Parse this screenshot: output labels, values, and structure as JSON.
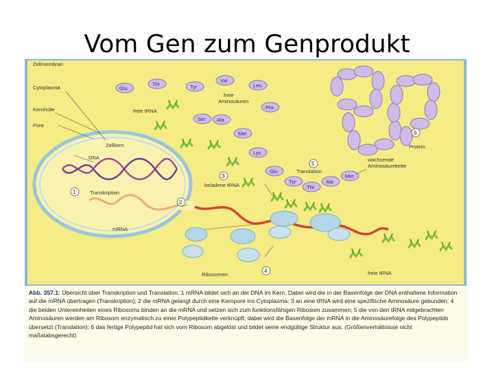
{
  "title": "Vom Gen zum Genprodukt",
  "labels": {
    "zellmembran": "Zellmembran",
    "cytoplasma": "Cytoplasma",
    "kernhuelle": "Kernhülle",
    "pore": "Pore",
    "zellkern": "Zellkern",
    "dna": "DNA",
    "transkription": "Transkription",
    "mrna": "mRNA",
    "freie_trna_1": "freie tRNA",
    "freie_aminosaeuren_1": "freie",
    "freie_aminosaeuren_2": "Aminosäuren",
    "beladene_trna": "beladene tRNA",
    "translation": "Translation",
    "wachsende_1": "wachsende",
    "wachsende_2": "Aminosäurekette",
    "protein": "Protein",
    "ribosomen": "Ribosomen",
    "freie_trna_2": "freie tRNA"
  },
  "amino_acids": {
    "glu1": "Glu",
    "thr1": "Thr",
    "tyr1": "Tyr",
    "val": "Val",
    "leu": "Leu",
    "pro": "Pro",
    "ser": "Ser",
    "ala1": "Ala",
    "met1": "Met",
    "lys": "Lys",
    "glu2": "Glu",
    "tyr2": "Tyr",
    "thr2": "Thr",
    "ala2": "Ala",
    "met2": "Met"
  },
  "steps": [
    "1",
    "2",
    "3",
    "4",
    "5",
    "6"
  ],
  "caption": {
    "abbr": "Abb. 357.1:",
    "text": "Übersicht über Transkription und Translation. 1 mRNA bildet sich an der DNA im Kern. Dabei wird die in der Basenfolge der DNA enthaltene Information auf die mRNA übertragen (Transkription); 2 die mRNA gelangt durch eine Kernpore ins Cytoplasma; 3 an eine tRNA wird eine spezifische Aminosäure gebunden; 4 die beiden Untereinheiten eines Ribosoms binden an die mRNA und setzen sich zum funktionsfähigen Ribosom zusammen; 5 die von den tRNA mitgebrachten Aminosäuren werden am Ribosom enzymatisch zu einer Polypeptidkette verknüpft; dabei wird die Basenfolge der mRNA in die Aminosäurefolge des Polypeptids übersetzt (Translation); 6 das fertige Polypeptid hat sich vom Ribosom abgelöst und bildet seine endgültige Struktur aus. (Größenverhältnisse nicht maßstabsgerecht)"
  },
  "colors": {
    "cell_fill": "#f5ec85",
    "membrane": "#8ab8d6",
    "amino_fill": "#cdbde6",
    "amino_stroke": "#8b76bf",
    "mrna": "#d1453b",
    "dna": "#a04b8f",
    "ribosome": "#b5d6e6",
    "trna": "#7bbf3a"
  }
}
